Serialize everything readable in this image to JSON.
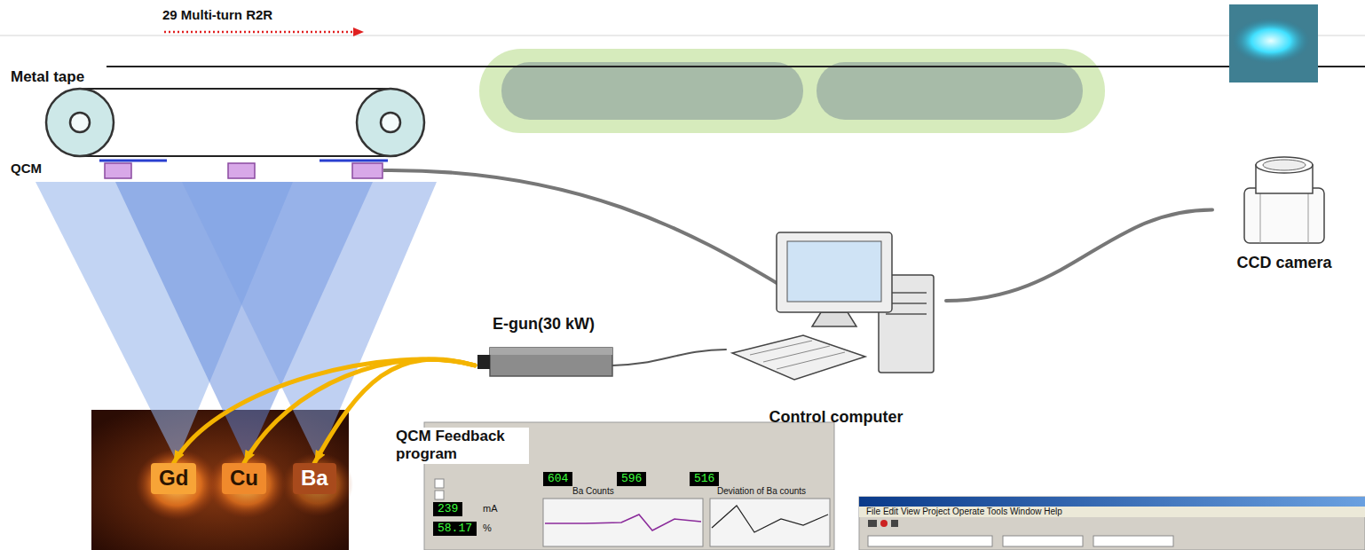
{
  "diagram": {
    "nodes": [
      {
        "text": [
          "CCD camera"
        ]
      },
      {
        "text": [
          "E-gun(30 kW)"
        ]
      },
      {
        "text": [
          "Control computer"
        ]
      },
      {
        "text": [
          "Gd"
        ]
      },
      {
        "text": [
          "Cu"
        ]
      },
      {
        "text": [
          "Ba"
        ]
      }
    ],
    "edges": [
      {
        "from": 1,
        "to": 3,
        "arrow": "to"
      },
      {
        "from": 1,
        "to": 4,
        "arrow": "to"
      },
      {
        "from": 1,
        "to": 5,
        "arrow": "to"
      },
      {
        "from": 1,
        "to": 2,
        "arrow": "none"
      },
      {
        "from": 2,
        "to": 0,
        "arrow": "none"
      }
    ],
    "labels": [
      "29 Multi-turn R2R",
      "Metal tape",
      "QCM",
      "QCM Feedback program",
      "604",
      "596",
      "516",
      "239",
      "mA",
      "Ba Counts",
      "Deviation of Ba counts",
      "58.17",
      "%",
      "File Edit View Project Operate Tools Window Help"
    ]
  }
}
